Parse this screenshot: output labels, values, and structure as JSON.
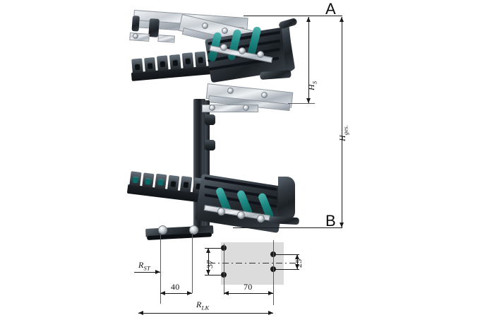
{
  "drawing": {
    "title": "Energy chain mounting bracket dimensioned assembly",
    "background_color": "#ffffff",
    "line_color": "#1a1a1a",
    "footprint_color": "#d6d6d6",
    "cable_color": "#1d8781",
    "steel_color": "#c9ced4",
    "plastic_color": "#23282d"
  },
  "view_labels": [
    {
      "id": "view-a",
      "text": "A"
    },
    {
      "id": "view-b",
      "text": "B"
    }
  ],
  "dimensions": {
    "h_s": {
      "symbol": "H",
      "subscript": "S",
      "orientation": "vertical"
    },
    "h_ges": {
      "symbol": "H",
      "subscript": "ges.",
      "orientation": "vertical"
    },
    "r_st": {
      "symbol": "R",
      "subscript": "ST",
      "orientation": "horizontal"
    },
    "r_lk": {
      "symbol": "R",
      "subscript": "LK",
      "orientation": "horizontal"
    },
    "d40": {
      "value": "40",
      "orientation": "horizontal"
    },
    "d70": {
      "value": "70",
      "orientation": "horizontal"
    },
    "d37": {
      "value": "37",
      "orientation": "vertical"
    },
    "d25": {
      "value": "25",
      "orientation": "vertical"
    }
  },
  "mounting_holes": {
    "count": 4,
    "pattern": "rectangular",
    "spacing_x": "70",
    "spacing_y_left": "37",
    "spacing_y_right": "25"
  },
  "assembly": {
    "upper": {
      "label": "upper-chain-assembly",
      "state": "extended"
    },
    "lower": {
      "label": "lower-chain-assembly",
      "state": "retracted"
    },
    "column": {
      "label": "vertical-support-column"
    },
    "base": {
      "label": "base-mounting-bracket"
    }
  }
}
